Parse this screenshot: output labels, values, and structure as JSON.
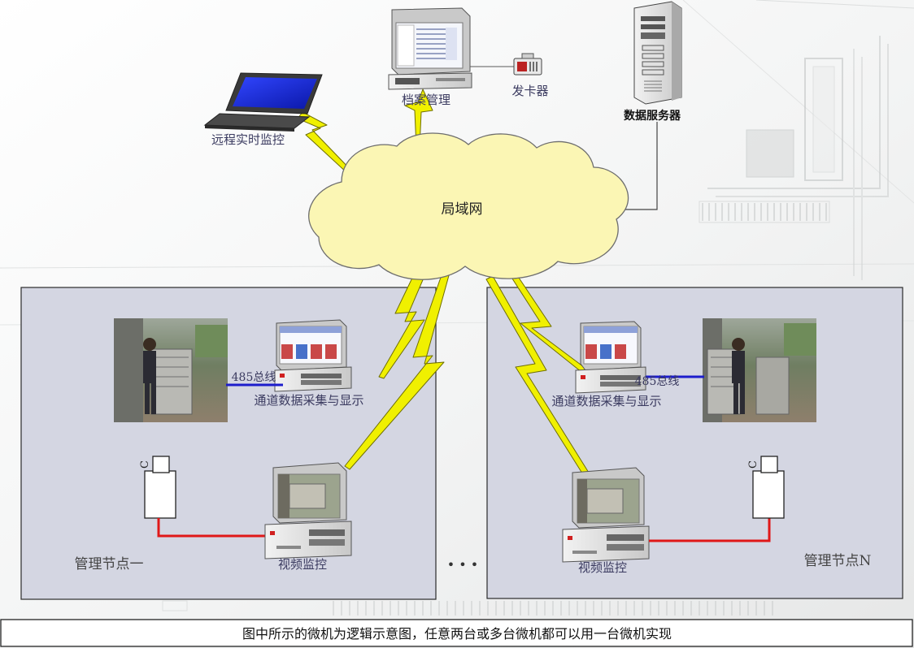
{
  "labels": {
    "remote_monitor": "远程实时监控",
    "archive_mgmt": "档案管理",
    "card_issuer": "发卡器",
    "data_server": "数据服务器",
    "lan": "局域网",
    "bus_485_left": "485总线",
    "bus_485_right": "485总线",
    "channel_left": "通道数据采集与显示",
    "channel_right": "通道数据采集与显示",
    "video_left": "视频监控",
    "video_right": "视频监控",
    "node_one": "管理节点一",
    "node_n": "管理节点N",
    "ellipsis": "• • •",
    "camera_c": "C",
    "footer_note": "图中所示的微机为逻辑示意图，任意两台或多台微机都可以用一台微机实现"
  },
  "colors": {
    "panel_fill": "#d4d6e2",
    "cloud_fill": "#fbf6b4",
    "bolt_fill": "#f0f000",
    "bus_line": "#1d1dcc",
    "video_line": "#e01818"
  }
}
